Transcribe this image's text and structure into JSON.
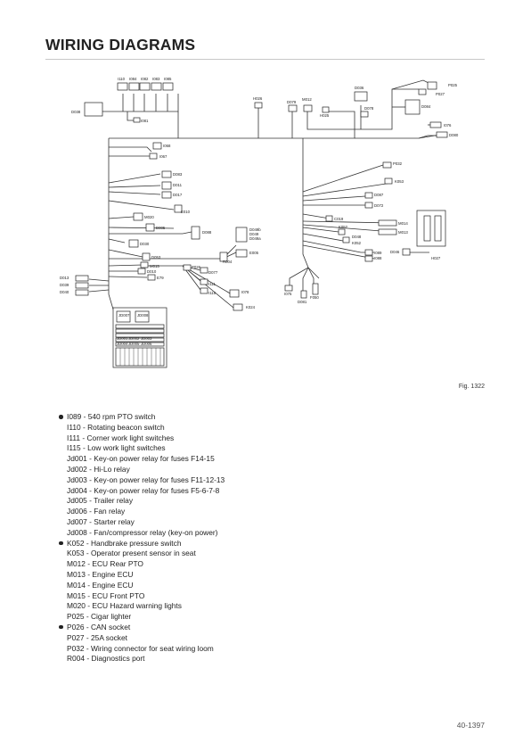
{
  "page": {
    "title": "WIRING DIAGRAMS",
    "figure_label": "Fig. 1322",
    "page_number": "40-1397"
  },
  "diagram_labels": {
    "I110": "I110",
    "I084": "I084",
    "I082": "I082",
    "I083": "I083",
    "I085": "I085",
    "D038": "D038",
    "I081": "I081",
    "H026": "H026",
    "D079": "D079",
    "M012": "M012",
    "H025": "H025",
    "D036": "D036",
    "D078": "D078",
    "D084": "D084",
    "P025": "P025",
    "P027": "P027",
    "I076": "I076",
    "D080": "D080",
    "I068": "I068",
    "I067": "I067",
    "D083": "D083",
    "D011": "D011",
    "D017": "D017",
    "E010": "E010",
    "P032": "P032",
    "K053": "K053",
    "D087": "D087",
    "D072": "D072",
    "M020": "M020",
    "D005": "D005",
    "D088": "D088",
    "D049b": "D049b",
    "D049": "D049",
    "D049a": "D049a",
    "E005": "E005",
    "D030": "D030",
    "R004": "R004",
    "D053": "D053",
    "M015": "M015",
    "P026": "P026",
    "D010": "D010",
    "E79": "E79",
    "D077": "D077",
    "I111": "I111",
    "I115": "I115",
    "I078": "I078",
    "K024": "K024",
    "D013": "D013",
    "D039": "D039",
    "D040": "D040",
    "I075": "I075",
    "F050": "F050",
    "D081": "D081",
    "C019": "C019",
    "K052": "K052",
    "D048": "D048",
    "K052b": "K052",
    "I089": "I089",
    "I088": "I088",
    "M014": "M014",
    "M013": "M013",
    "D046": "D046",
    "H027": "H027",
    "JD007": "JD007",
    "JD008": "JD008",
    "JD001": "JD001",
    "JD003": "JD003",
    "JD002": "JD002",
    "JD004": "JD004",
    "JD005": "JD005",
    "JD006": "JD006"
  },
  "legend": [
    {
      "text": "I089 - 540 rpm PTO switch",
      "bullet": true
    },
    {
      "text": "I110 - Rotating beacon switch",
      "bullet": false
    },
    {
      "text": "I111 - Corner work light switches",
      "bullet": false
    },
    {
      "text": "I115 - Low work light switches",
      "bullet": false
    },
    {
      "text": "Jd001 - Key-on power relay for fuses F14-15",
      "bullet": false
    },
    {
      "text": "Jd002 - Hi-Lo relay",
      "bullet": false
    },
    {
      "text": "Jd003 - Key-on power relay for fuses F11-12-13",
      "bullet": false
    },
    {
      "text": "Jd004 - Key-on power relay for fuses F5-6-7-8",
      "bullet": false
    },
    {
      "text": "Jd005 - Trailer relay",
      "bullet": false
    },
    {
      "text": "Jd006 - Fan relay",
      "bullet": false
    },
    {
      "text": "Jd007 - Starter relay",
      "bullet": false
    },
    {
      "text": "Jd008 - Fan/compressor relay (key-on power)",
      "bullet": false
    },
    {
      "text": "K052 - Handbrake pressure switch",
      "bullet": true
    },
    {
      "text": "K053 - Operator present sensor in seat",
      "bullet": false
    },
    {
      "text": "M012 - ECU Rear PTO",
      "bullet": false
    },
    {
      "text": "M013 - Engine ECU",
      "bullet": false
    },
    {
      "text": "M014 - Engine ECU",
      "bullet": false
    },
    {
      "text": "M015 - ECU Front PTO",
      "bullet": false
    },
    {
      "text": "M020 - ECU Hazard warning lights",
      "bullet": false
    },
    {
      "text": "P025 - Cigar lighter",
      "bullet": false
    },
    {
      "text": "P026 - CAN socket",
      "bullet": true
    },
    {
      "text": "P027 - 25A socket",
      "bullet": false
    },
    {
      "text": "P032 - Wiring connector for seat wiring loom",
      "bullet": false
    },
    {
      "text": "R004 - Diagnostics port",
      "bullet": false
    }
  ]
}
